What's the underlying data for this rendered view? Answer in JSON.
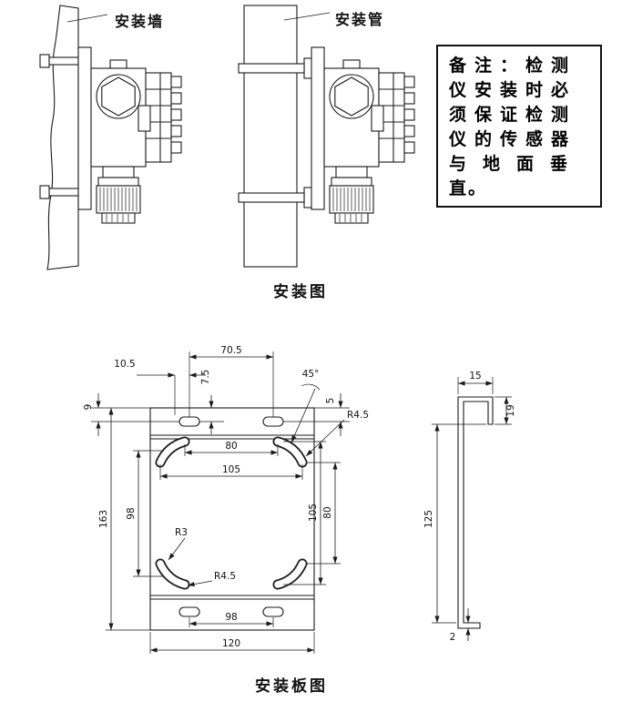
{
  "installation": {
    "wall_label": "安装墙",
    "pipe_label": "安装管",
    "caption": "安装图"
  },
  "note": {
    "prefix": "备注：",
    "first_line": "检测",
    "lines": [
      "仪安装时必",
      "须保证检测",
      "仪的传感器",
      "与地面垂",
      "直。"
    ]
  },
  "plate": {
    "caption": "安装板图",
    "front": {
      "top_slot_spacing": "70.5",
      "slot_vertical_offset": "7.5",
      "edge_offset": "10.5",
      "slot_angle": "45°",
      "left_offset": "9",
      "right_offset": "5",
      "top_slot_radius": "R4.5",
      "inner_slot_spacing": "80",
      "outer_slot_spacing": "105",
      "total_height": "163",
      "left_slot_spacing": "98",
      "right_outer_spacing": "105",
      "right_inner_spacing": "80",
      "fillet_radius": "R3",
      "bottom_slot_radius": "R4.5",
      "bottom_slot_spacing": "98",
      "total_width": "120"
    },
    "side": {
      "flange_width": "15",
      "lip_height": "19",
      "body_height": "125",
      "thickness": "2"
    }
  }
}
